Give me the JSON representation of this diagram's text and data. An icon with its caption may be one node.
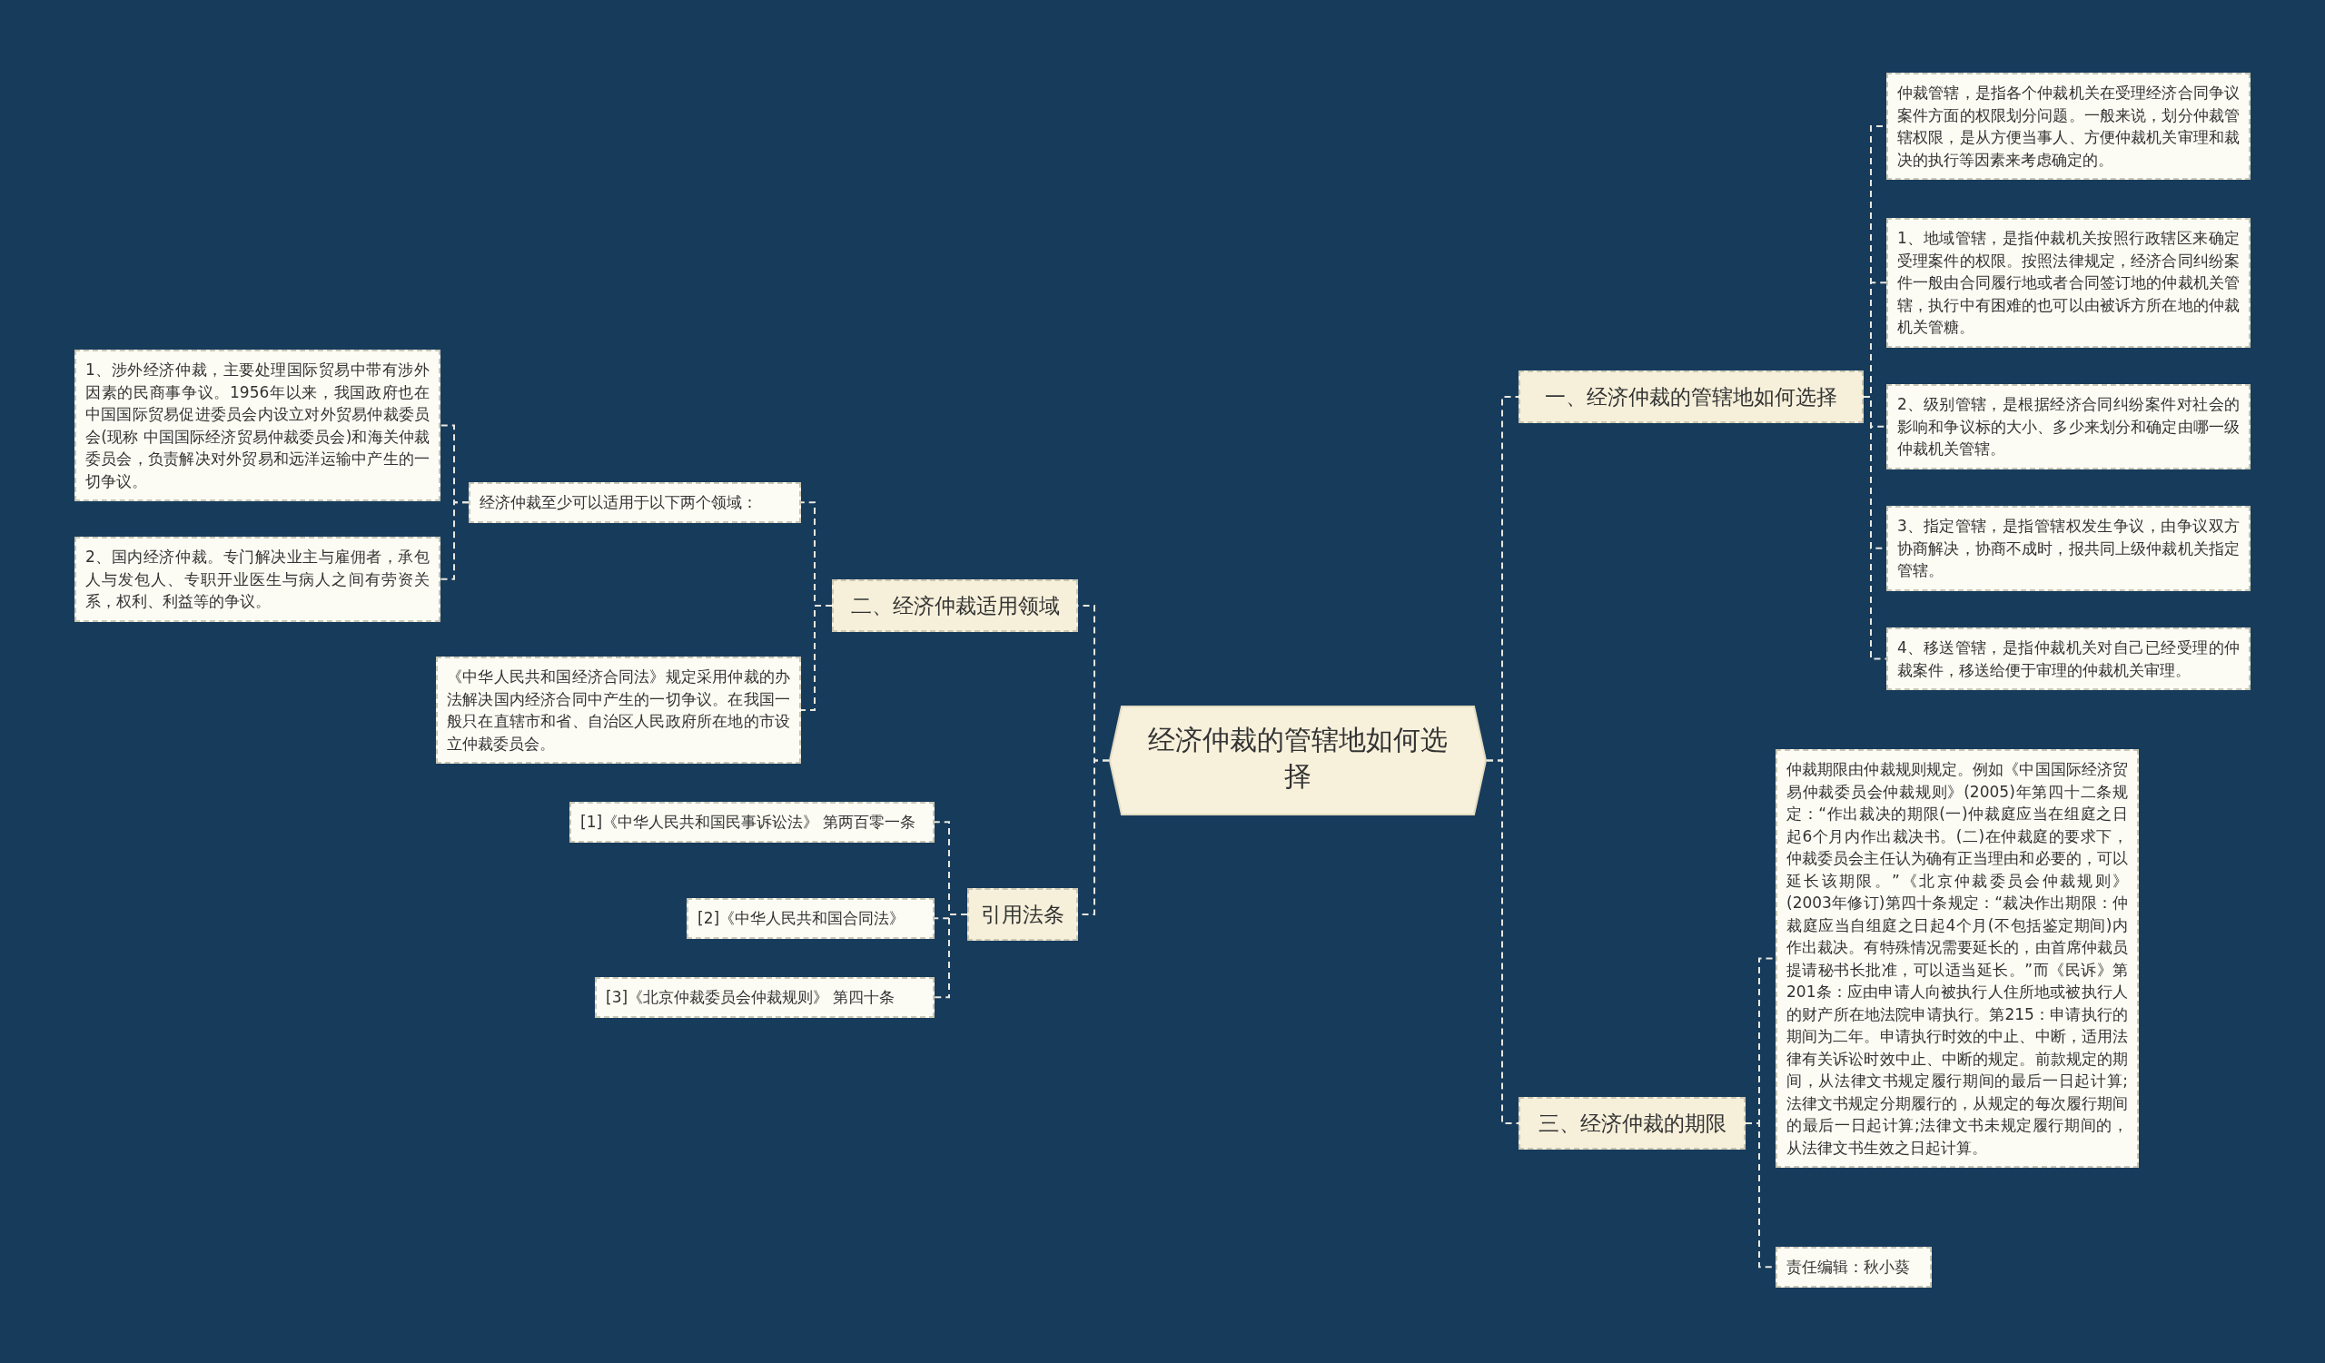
{
  "diagram": {
    "nodes": [
      {
        "text": [
          "经济仲裁的管辖地如何选择"
        ]
      },
      {
        "text": [
          "一、经济仲裁的管辖地如何选择"
        ]
      },
      {
        "text": [
          "仲裁管辖，是指各个仲裁机关在受理经济合同争议案件方面的权限划分问题。一般来说，划分仲裁管辖权限，是从方便当事人、方便仲裁机关审理和裁决的执行等因素来考虑确定的。"
        ]
      },
      {
        "text": [
          "1、地域管辖，是指仲裁机关按照行政辖区来确定受理案件的权限。按照法律规定，经济合同纠纷案件一般由合同履行地或者合同签订地的仲裁机关管辖，执行中有困难的也可以由被诉方所在地的仲裁机关管糖。"
        ]
      },
      {
        "text": [
          "2、级别管辖，是根据经济合同纠纷案件对社会的影响和争议标的大小、多少来划分和确定由哪一级仲裁机关管辖。"
        ]
      },
      {
        "text": [
          "3、指定管辖，是指管辖权发生争议，由争议双方协商解决，协商不成时，报共同上级仲裁机关指定管辖。"
        ]
      },
      {
        "text": [
          "4、移送管辖，是指仲裁机关对自己已经受理的仲裁案件，移送给便于审理的仲裁机关审理。"
        ]
      },
      {
        "text": [
          "三、经济仲裁的期限"
        ]
      },
      {
        "text": [
          "仲裁期限由仲裁规则规定。例如《中国国际经济贸易仲裁委员会仲裁规则》(2005)年第四十二条规定：“作出裁决的期限(一)仲裁庭应当在组庭之日起6个月内作出裁决书。(二)在仲裁庭的要求下，仲裁委员会主任认为确有正当理由和必要的，可以延长该期限。”《北京仲裁委员会仲裁规则》(2003年修订)第四十条规定：“裁决作出期限：仲裁庭应当自组庭之日起4个月(不包括鉴定期间)内作出裁决。有特殊情况需要延长的，由首席仲裁员提请秘书长批准，可以适当延长。”而《民诉》第201条：应由申请人向被执行人住所地或被执行人的财产所在地法院申请执行。第215：申请执行的期间为二年。申请执行时效的中止、中断，适用法律有关诉讼时效中止、中断的规定。前款规定的期间，从法律文书规定履行期间的最后一日起计算;法律文书规定分期履行的，从规定的每次履行期间的最后一日起计算;法律文书未规定履行期间的，从法律文书生效之日起计算。"
        ]
      },
      {
        "text": [
          "责任编辑：秋小葵"
        ]
      },
      {
        "text": [
          "二、经济仲裁适用领域"
        ]
      },
      {
        "text": [
          "经济仲裁至少可以适用于以下两个领域："
        ]
      },
      {
        "text": [
          "1、涉外经济仲裁，主要处理国际贸易中带有涉外因素的民商事争议。1956年以来，我国政府也在中国国际贸易促进委员会内设立对外贸易仲裁委员会(现称 中国国际经济贸易仲裁委员会)和海关仲裁委员会，负责解决对外贸易和远洋运输中产生的一切争议。"
        ]
      },
      {
        "text": [
          "2、国内经济仲裁。专门解决业主与雇佣者，承包人与发包人、专职开业医生与病人之间有劳资关系，权利、利益等的争议。"
        ]
      },
      {
        "text": [
          "《中华人民共和国经济合同法》规定采用仲裁的办法解决国内经济合同中产生的一切争议。在我国一般只在直辖市和省、自治区人民政府所在地的市设立仲裁委员会。"
        ]
      },
      {
        "text": [
          "引用法条"
        ]
      },
      {
        "text": [
          "[1]《中华人民共和国民事诉讼法》 第两百零一条"
        ]
      },
      {
        "text": [
          "[2]《中华人民共和国合同法》"
        ]
      },
      {
        "text": [
          "[3]《北京仲裁委员会仲裁规则》 第四十条"
        ]
      }
    ],
    "edges": [
      {
        "from": 0,
        "to": 1,
        "arrow": "none",
        "style": "dashed"
      },
      {
        "from": 1,
        "to": 2,
        "arrow": "none",
        "style": "dashed"
      },
      {
        "from": 1,
        "to": 3,
        "arrow": "none",
        "style": "dashed"
      },
      {
        "from": 1,
        "to": 4,
        "arrow": "none",
        "style": "dashed"
      },
      {
        "from": 1,
        "to": 5,
        "arrow": "none",
        "style": "dashed"
      },
      {
        "from": 1,
        "to": 6,
        "arrow": "none",
        "style": "dashed"
      },
      {
        "from": 0,
        "to": 7,
        "arrow": "none",
        "style": "dashed"
      },
      {
        "from": 7,
        "to": 8,
        "arrow": "none",
        "style": "dashed"
      },
      {
        "from": 7,
        "to": 9,
        "arrow": "none",
        "style": "dashed"
      },
      {
        "from": 0,
        "to": 10,
        "arrow": "none",
        "style": "dashed"
      },
      {
        "from": 10,
        "to": 11,
        "arrow": "none",
        "style": "dashed"
      },
      {
        "from": 11,
        "to": 12,
        "arrow": "none",
        "style": "dashed"
      },
      {
        "from": 11,
        "to": 13,
        "arrow": "none",
        "style": "dashed"
      },
      {
        "from": 10,
        "to": 14,
        "arrow": "none",
        "style": "dashed"
      },
      {
        "from": 0,
        "to": 15,
        "arrow": "none",
        "style": "dashed"
      },
      {
        "from": 15,
        "to": 16,
        "arrow": "none",
        "style": "dashed"
      },
      {
        "from": 15,
        "to": 17,
        "arrow": "none",
        "style": "dashed"
      },
      {
        "from": 15,
        "to": 18,
        "arrow": "none",
        "style": "dashed"
      }
    ]
  }
}
